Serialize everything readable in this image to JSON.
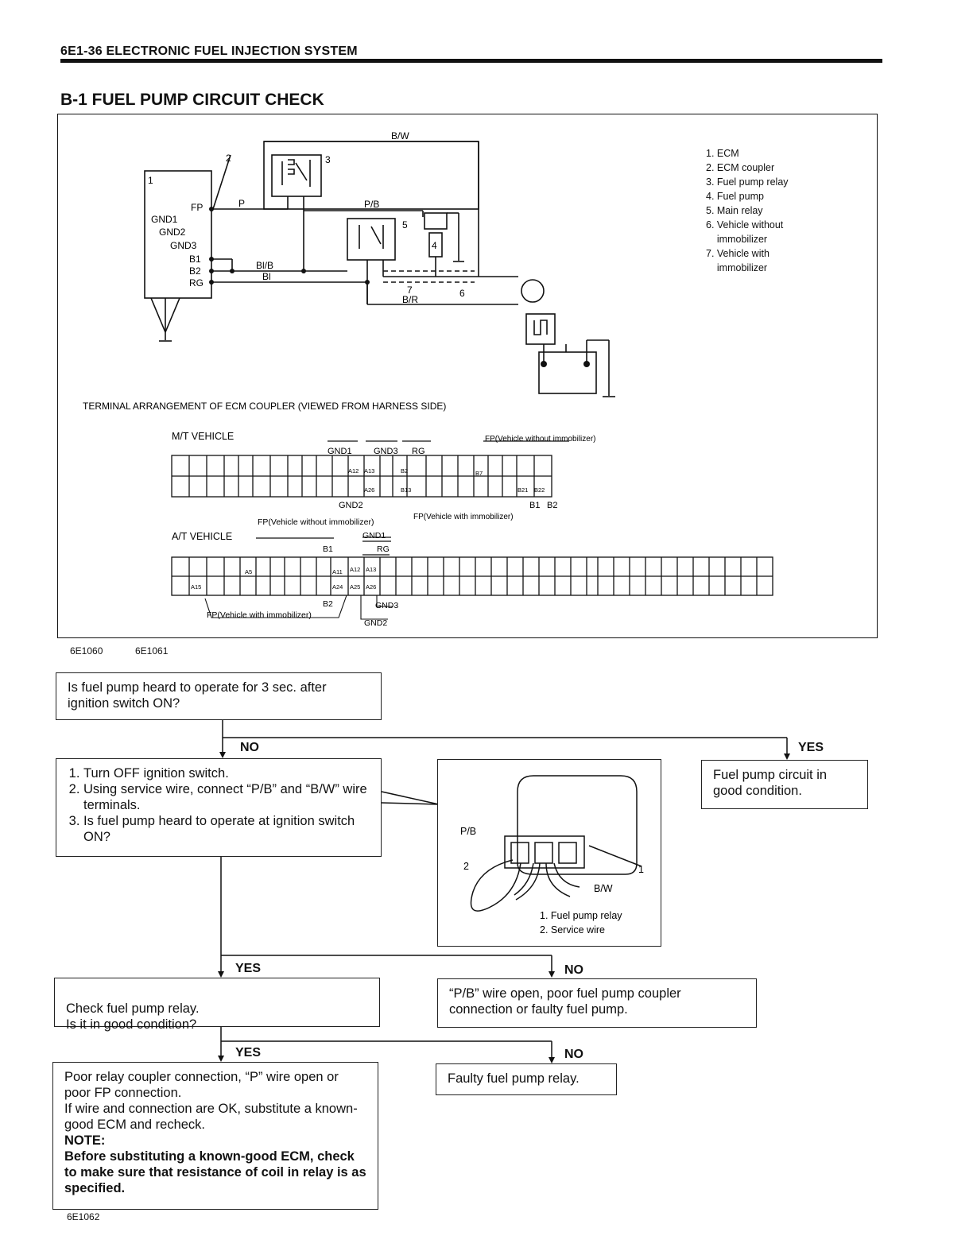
{
  "header": {
    "text": "6E1-36  ELECTRONIC FUEL INJECTION SYSTEM"
  },
  "title": "B-1 FUEL PUMP CIRCUIT CHECK",
  "diagram": {
    "wire_labels": [
      "B/W",
      "P",
      "P/B",
      "Bl/B",
      "Bl",
      "B/R"
    ],
    "ecm_terminals": [
      "FP",
      "GND1",
      "GND2",
      "GND3",
      "B1",
      "B2",
      "RG"
    ],
    "callouts": [
      "1",
      "2",
      "3",
      "4",
      "5",
      "6",
      "7"
    ],
    "legend": [
      "1. ECM",
      "2. ECM coupler",
      "3. Fuel pump relay",
      "4. Fuel pump",
      "5. Main relay",
      "6. Vehicle without\n    immobilizer",
      "7. Vehicle with\n    immobilizer"
    ],
    "terminal_heading": "TERMINAL ARRANGEMENT OF ECM COUPLER (VIEWED FROM HARNESS SIDE)",
    "mt_label": "M/T VEHICLE",
    "at_label": "A/T VEHICLE",
    "mt_callouts": {
      "gnd1": "GND1",
      "gnd3": "GND3",
      "rg": "RG",
      "fp_without": "FP(Vehicle without\nimmobilizer)",
      "gnd2": "GND2",
      "fp_with": "FP(Vehicle with immobilizer)",
      "b1": "B1",
      "b2": "B2"
    },
    "mt_pins": [
      "A12",
      "A13",
      "A26",
      "B2",
      "B13",
      "B7",
      "B21",
      "B22"
    ],
    "at_callouts": {
      "fp_without": "FP(Vehicle without\nimmobilizer)",
      "b1": "B1",
      "gnd1": "GND1",
      "rg": "RG",
      "b2": "B2",
      "gnd3": "GND3",
      "gnd2": "GND2",
      "fp_with": "FP(Vehicle with immobilizer)"
    },
    "at_pins": [
      "A5",
      "A11",
      "A12",
      "A13",
      "A15",
      "A24",
      "A25",
      "A26"
    ]
  },
  "figure_ids_top": [
    "6E1060",
    "6E1061"
  ],
  "flow": {
    "q1": "Is fuel pump heard to operate for 3 sec. after ignition switch ON?",
    "no": "NO",
    "yes": "YES",
    "step_list": [
      "Turn OFF ignition switch.",
      "Using service wire, connect “P/B” and “B/W” wire terminals.",
      "Is fuel pump heard to operate at ignition switch ON?"
    ],
    "good": "Fuel pump circuit in good condition.",
    "relay_fig": {
      "pb": "P/B",
      "bw": "B/W",
      "c1": "1",
      "c2": "2",
      "cap1": "1. Fuel pump relay",
      "cap2": "2. Service wire"
    },
    "check_relay": "Check fuel pump relay.\nIs it in good condition?",
    "pb_open": "“P/B” wire open, poor fuel pump coupler connection or faulty fuel pump.",
    "poor_relay": "Poor relay coupler connection, “P” wire open or poor FP connection.",
    "substitute": "If wire and connection are OK, substitute a known-good ECM and recheck.",
    "note_label": "NOTE:",
    "note_text": "Before substituting a known-good ECM, check to make sure that resistance of coil in relay is as specified.",
    "faulty_relay": "Faulty fuel pump relay."
  },
  "figure_id_bottom": "6E1062"
}
